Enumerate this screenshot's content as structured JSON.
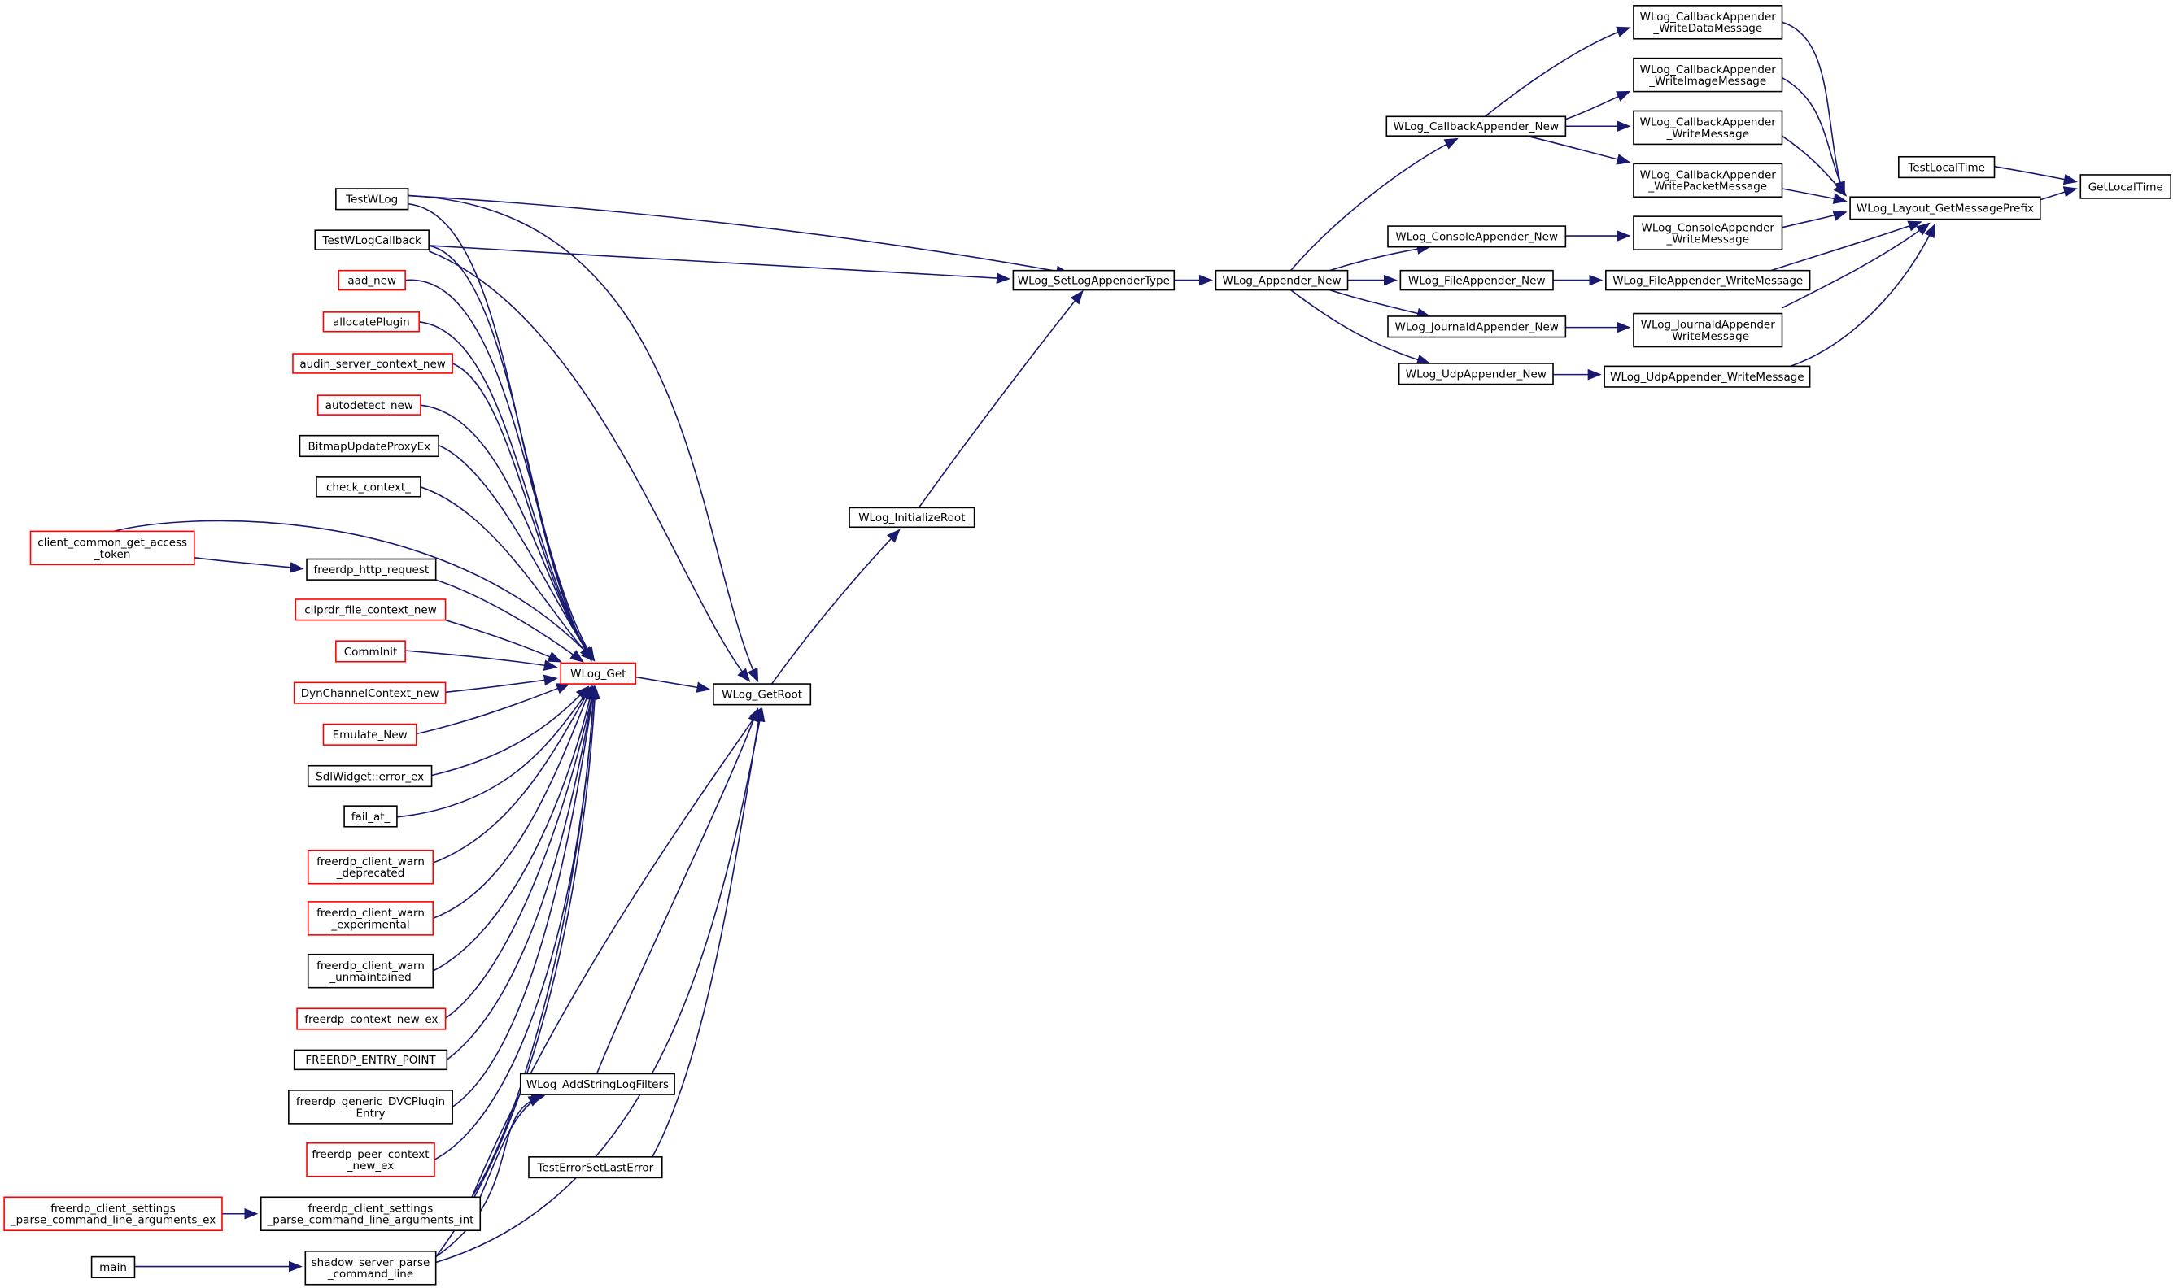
{
  "colors": {
    "edge": "#191970",
    "border_default": "#000000",
    "border_truncated": "#ff0000",
    "focus_fill": "#bfbfbf",
    "background": "#ffffff"
  },
  "nodes": {
    "GetLocalTime": {
      "label": [
        "GetLocalTime"
      ],
      "style": "focus"
    },
    "TestLocalTime": {
      "label": [
        "TestLocalTime"
      ],
      "style": "normal"
    },
    "GetMessagePrefix": {
      "label": [
        "WLog_Layout_GetMessagePrefix"
      ],
      "style": "normal"
    },
    "CbWriteData": {
      "label": [
        "WLog_CallbackAppender",
        "_WriteDataMessage"
      ],
      "style": "normal"
    },
    "CbWriteImage": {
      "label": [
        "WLog_CallbackAppender",
        "_WriteImageMessage"
      ],
      "style": "normal"
    },
    "CbWriteMsg": {
      "label": [
        "WLog_CallbackAppender",
        "_WriteMessage"
      ],
      "style": "normal"
    },
    "CbWritePacket": {
      "label": [
        "WLog_CallbackAppender",
        "_WritePacketMessage"
      ],
      "style": "normal"
    },
    "ConWrite": {
      "label": [
        "WLog_ConsoleAppender",
        "_WriteMessage"
      ],
      "style": "normal"
    },
    "FileWrite": {
      "label": [
        "WLog_FileAppender_WriteMessage"
      ],
      "style": "normal"
    },
    "JournalWrite": {
      "label": [
        "WLog_JournaldAppender",
        "_WriteMessage"
      ],
      "style": "normal"
    },
    "UdpWrite": {
      "label": [
        "WLog_UdpAppender_WriteMessage"
      ],
      "style": "normal"
    },
    "CbNew": {
      "label": [
        "WLog_CallbackAppender_New"
      ],
      "style": "normal"
    },
    "ConNew": {
      "label": [
        "WLog_ConsoleAppender_New"
      ],
      "style": "normal"
    },
    "FileNew": {
      "label": [
        "WLog_FileAppender_New"
      ],
      "style": "normal"
    },
    "JournalNew": {
      "label": [
        "WLog_JournaldAppender_New"
      ],
      "style": "normal"
    },
    "UdpNew": {
      "label": [
        "WLog_UdpAppender_New"
      ],
      "style": "normal"
    },
    "AppenderNew": {
      "label": [
        "WLog_Appender_New"
      ],
      "style": "normal"
    },
    "SetLogAppenderType": {
      "label": [
        "WLog_SetLogAppenderType"
      ],
      "style": "normal"
    },
    "InitializeRoot": {
      "label": [
        "WLog_InitializeRoot"
      ],
      "style": "normal"
    },
    "GetRoot": {
      "label": [
        "WLog_GetRoot"
      ],
      "style": "normal"
    },
    "WLogGet": {
      "label": [
        "WLog_Get"
      ],
      "style": "truncated"
    },
    "AddStringLogFilters": {
      "label": [
        "WLog_AddStringLogFilters"
      ],
      "style": "normal"
    },
    "TestErrorSetLastError": {
      "label": [
        "TestErrorSetLastError"
      ],
      "style": "normal"
    },
    "TestWLog": {
      "label": [
        "TestWLog"
      ],
      "style": "normal"
    },
    "TestWLogCallback": {
      "label": [
        "TestWLogCallback"
      ],
      "style": "normal"
    },
    "aad_new": {
      "label": [
        "aad_new"
      ],
      "style": "truncated"
    },
    "allocatePlugin": {
      "label": [
        "allocatePlugin"
      ],
      "style": "truncated"
    },
    "audin": {
      "label": [
        "audin_server_context_new"
      ],
      "style": "truncated"
    },
    "autodetect": {
      "label": [
        "autodetect_new"
      ],
      "style": "truncated"
    },
    "BitmapUpdate": {
      "label": [
        "BitmapUpdateProxyEx"
      ],
      "style": "normal"
    },
    "check_context": {
      "label": [
        "check_context_"
      ],
      "style": "normal"
    },
    "client_common": {
      "label": [
        "client_common_get_access",
        "_token"
      ],
      "style": "truncated"
    },
    "http_request": {
      "label": [
        "freerdp_http_request"
      ],
      "style": "normal"
    },
    "cliprdr": {
      "label": [
        "cliprdr_file_context_new"
      ],
      "style": "truncated"
    },
    "CommInit": {
      "label": [
        "CommInit"
      ],
      "style": "truncated"
    },
    "DynChannel": {
      "label": [
        "DynChannelContext_new"
      ],
      "style": "truncated"
    },
    "Emulate_New": {
      "label": [
        "Emulate_New"
      ],
      "style": "truncated"
    },
    "SdlWidget": {
      "label": [
        "SdlWidget::error_ex"
      ],
      "style": "normal"
    },
    "fail_at": {
      "label": [
        "fail_at_"
      ],
      "style": "normal"
    },
    "warn_deprecated": {
      "label": [
        "freerdp_client_warn",
        "_deprecated"
      ],
      "style": "truncated"
    },
    "warn_experimental": {
      "label": [
        "freerdp_client_warn",
        "_experimental"
      ],
      "style": "truncated"
    },
    "warn_unmaintained": {
      "label": [
        "freerdp_client_warn",
        "_unmaintained"
      ],
      "style": "normal"
    },
    "context_new_ex": {
      "label": [
        "freerdp_context_new_ex"
      ],
      "style": "truncated"
    },
    "ENTRY_POINT": {
      "label": [
        "FREERDP_ENTRY_POINT"
      ],
      "style": "normal"
    },
    "generic_DVC": {
      "label": [
        "freerdp_generic_DVCPlugin",
        "Entry"
      ],
      "style": "normal"
    },
    "peer_context": {
      "label": [
        "freerdp_peer_context",
        "_new_ex"
      ],
      "style": "truncated"
    },
    "parse_ex": {
      "label": [
        "freerdp_client_settings",
        "_parse_command_line_arguments_ex"
      ],
      "style": "truncated"
    },
    "parse_int": {
      "label": [
        "freerdp_client_settings",
        "_parse_command_line_arguments_int"
      ],
      "style": "normal"
    },
    "main": {
      "label": [
        "main"
      ],
      "style": "normal"
    },
    "shadow_parse": {
      "label": [
        "shadow_server_parse",
        "_command_line"
      ],
      "style": "normal"
    }
  }
}
